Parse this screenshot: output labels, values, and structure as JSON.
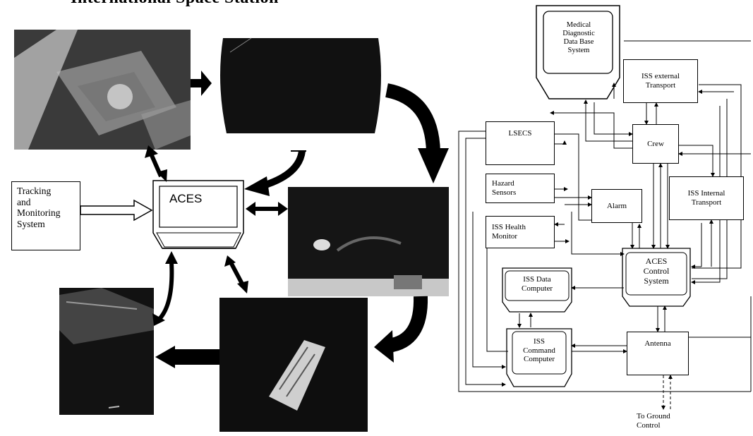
{
  "title": "International Space Station",
  "left": {
    "tracking_label": "Tracking\nand\nMonitoring\nSystem",
    "aces_label": "ACES"
  },
  "right": {
    "medical": "Medical\nDiagnostic\nData Base\nSystem",
    "iss_external": "ISS external\nTransport",
    "lsecs": "LSECS",
    "crew": "Crew",
    "hazard": "Hazard\nSensors",
    "alarm": "Alarm",
    "iss_internal": "ISS Internal\nTransport",
    "iss_health": "ISS Health\nMonitor",
    "aces_control": "ACES\nControl\nSystem",
    "iss_data": "ISS Data\nComputer",
    "iss_command": "ISS\nCommand\nComputer",
    "antenna": "Antenna",
    "ground": "To Ground\nControl"
  }
}
